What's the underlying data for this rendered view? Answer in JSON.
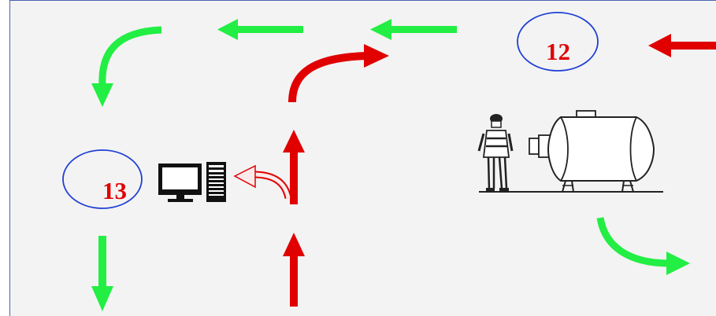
{
  "nodes": [
    {
      "id": "node-12",
      "label": "12"
    },
    {
      "id": "node-13",
      "label": "13"
    }
  ],
  "colors": {
    "flow_green": "#22ee44",
    "flow_red": "#e00000",
    "circle_blue": "#1f3fd6",
    "label_red": "#e00000",
    "background": "#f3f3f3",
    "frame_border": "#4a63b0"
  },
  "icons": [
    "computer-icon",
    "worker-icon",
    "tank-icon"
  ]
}
